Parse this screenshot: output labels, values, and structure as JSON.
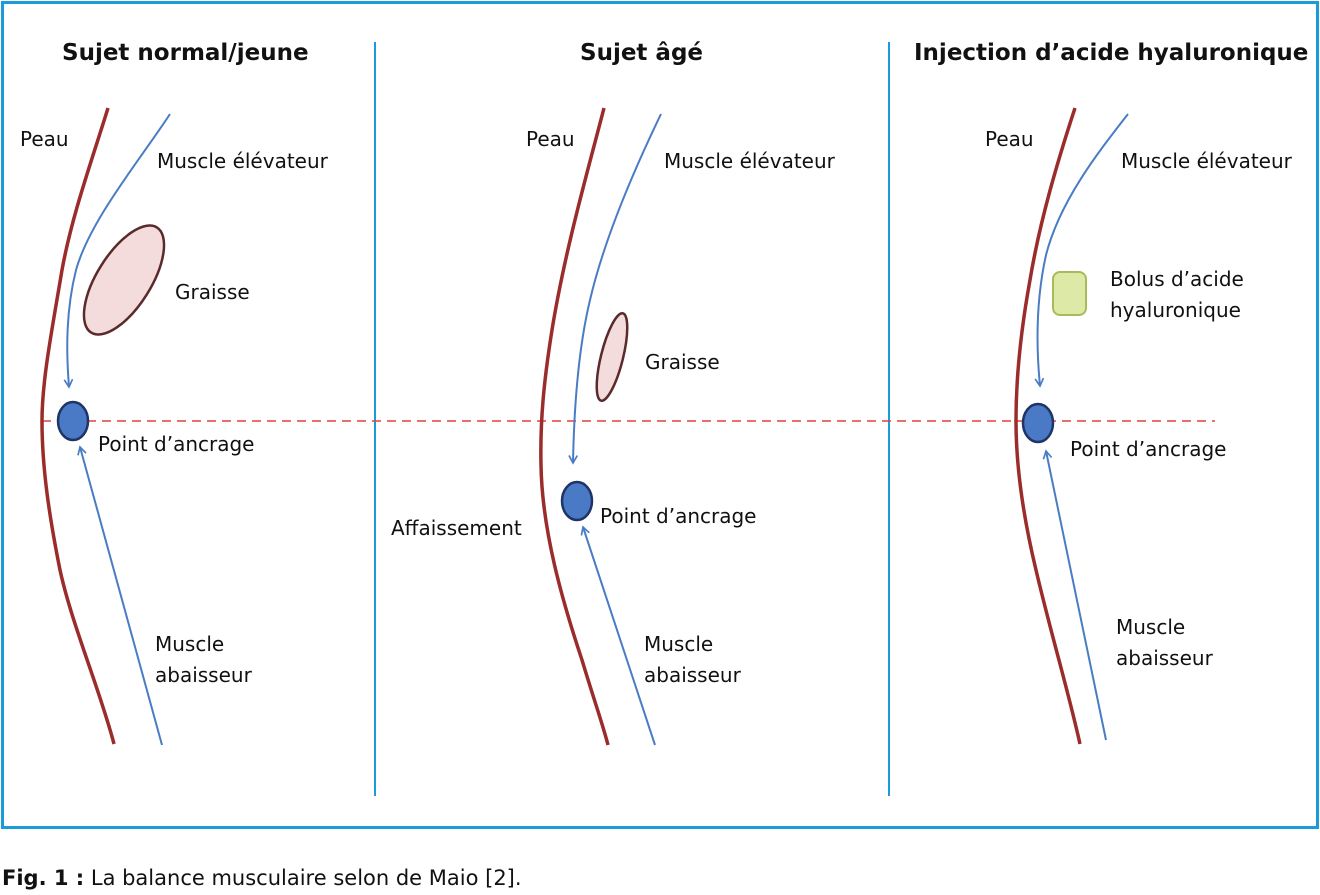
{
  "colors": {
    "frame": "#1b9bd7",
    "skin": "#9b2c2c",
    "muscle": "#4a7cc4",
    "anchor_fill": "#4a79c6",
    "anchor_stroke": "#1e3566",
    "anchor_line": "#e0443a",
    "fat_fill": "#f5dcdc",
    "fat_stroke": "#5b2a2a",
    "bolus_fill": "#dde9a6",
    "bolus_stroke": "#a9bb59"
  },
  "panels": [
    {
      "title": "Sujet normal/jeune",
      "skin_label": "Peau",
      "elevator_label": "Muscle élévateur",
      "fat_label": "Graisse",
      "anchor_label": "Point d’ancrage",
      "depressor_label_1": "Muscle",
      "depressor_label_2": "abaisseur"
    },
    {
      "title": "Sujet âgé",
      "skin_label": "Peau",
      "elevator_label": "Muscle élévateur",
      "fat_label": "Graisse",
      "anchor_label": "Point d’ancrage",
      "sag_label": "Affaissement",
      "depressor_label_1": "Muscle",
      "depressor_label_2": "abaisseur"
    },
    {
      "title": "Injection d’acide hyaluronique",
      "skin_label": "Peau",
      "elevator_label": "Muscle élévateur",
      "bolus_label_1": "Bolus d’acide",
      "bolus_label_2": "hyaluronique",
      "anchor_label": "Point d’ancrage",
      "depressor_label_1": "Muscle",
      "depressor_label_2": "abaisseur"
    }
  ],
  "caption": {
    "prefix": "Fig. 1 :",
    "text": " La balance musculaire selon de Maio [2]."
  }
}
